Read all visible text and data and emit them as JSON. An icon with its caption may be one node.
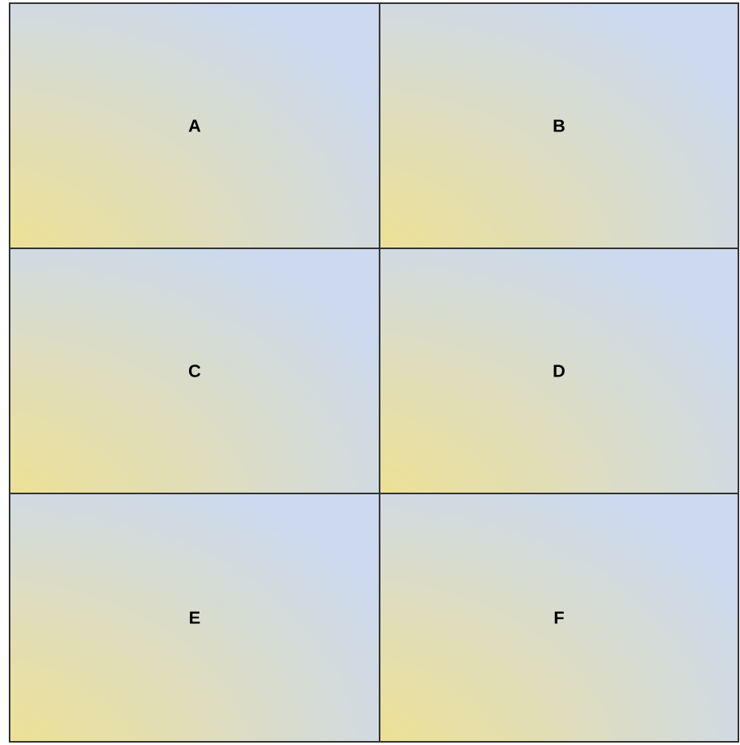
{
  "diagram": {
    "nodes": [
      {
        "text": [
          "A"
        ]
      },
      {
        "text": [
          "B"
        ]
      },
      {
        "text": [
          "C"
        ]
      },
      {
        "text": [
          "D"
        ]
      },
      {
        "text": [
          "E"
        ]
      },
      {
        "text": [
          "F"
        ]
      }
    ]
  }
}
